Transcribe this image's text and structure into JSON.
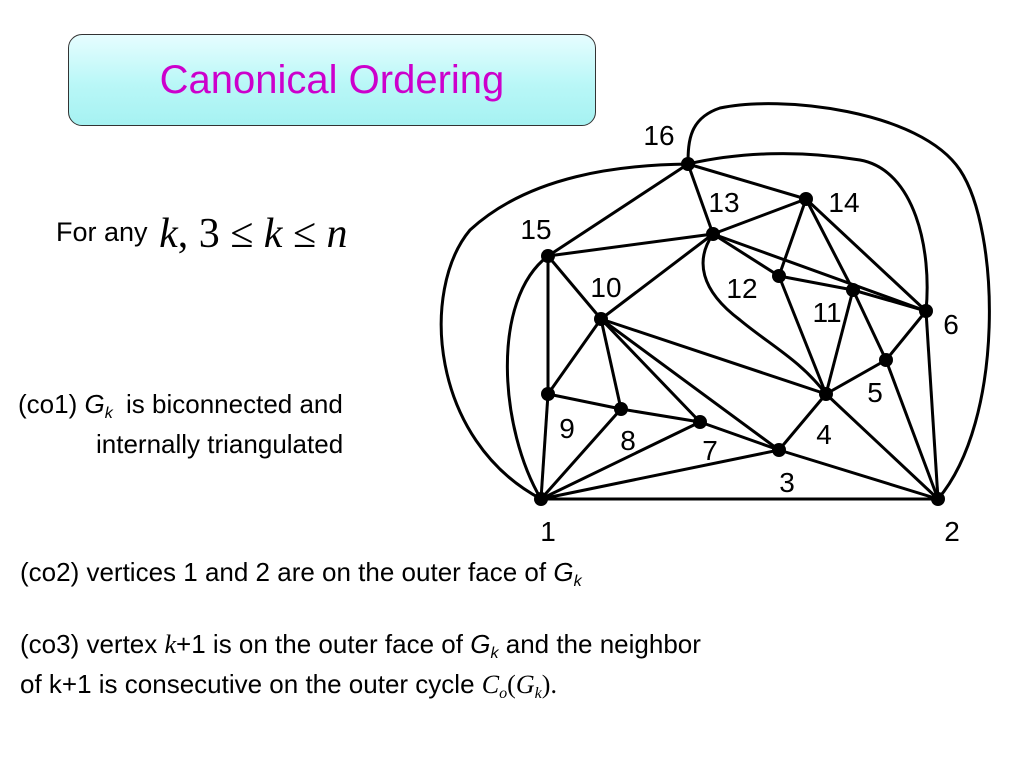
{
  "title": "Canonical Ordering",
  "for_any": {
    "label": "For any",
    "math_k": "k",
    "math_sep": ", 3 ≤ ",
    "math_k2": "k",
    "math_le": " ≤ ",
    "math_n": "n"
  },
  "co1": {
    "prefix": "(co1)",
    "g": "G",
    "g_sub": "k",
    "line1_rest": "is biconnected and",
    "line2": "internally triangulated"
  },
  "co2": {
    "text": "(co2)  vertices 1 and 2 are on the outer face of",
    "g": "G",
    "g_sub": "k"
  },
  "co3": {
    "prefix": "(co3) vertex",
    "k": "k",
    "plus1": "+1 is on the outer face of",
    "g": "G",
    "g_sub": "k",
    "rest": "and the neighbor",
    "line2": "of k+1 is consecutive on the outer cycle",
    "c": "C",
    "c_sub": "o",
    "open": "(",
    "g2": "G",
    "g2_sub": "k",
    "close": ").",
    "terminal": ""
  },
  "graph": {
    "vertices": [
      {
        "id": "1",
        "label": "1"
      },
      {
        "id": "2",
        "label": "2"
      },
      {
        "id": "3",
        "label": "3"
      },
      {
        "id": "4",
        "label": "4"
      },
      {
        "id": "5",
        "label": "5"
      },
      {
        "id": "6",
        "label": "6"
      },
      {
        "id": "7",
        "label": "7"
      },
      {
        "id": "8",
        "label": "8"
      },
      {
        "id": "9",
        "label": "9"
      },
      {
        "id": "10",
        "label": "10"
      },
      {
        "id": "11",
        "label": "11"
      },
      {
        "id": "12",
        "label": "12"
      },
      {
        "id": "13",
        "label": "13"
      },
      {
        "id": "14",
        "label": "14"
      },
      {
        "id": "15",
        "label": "15"
      },
      {
        "id": "16",
        "label": "16"
      }
    ],
    "edges": [
      [
        "1",
        "2"
      ],
      [
        "1",
        "3"
      ],
      [
        "1",
        "7"
      ],
      [
        "1",
        "8"
      ],
      [
        "1",
        "9"
      ],
      [
        "1",
        "15"
      ],
      [
        "1",
        "16"
      ],
      [
        "2",
        "3"
      ],
      [
        "2",
        "4"
      ],
      [
        "2",
        "5"
      ],
      [
        "2",
        "6"
      ],
      [
        "2",
        "16"
      ],
      [
        "3",
        "4"
      ],
      [
        "3",
        "7"
      ],
      [
        "3",
        "10"
      ],
      [
        "4",
        "5"
      ],
      [
        "4",
        "10"
      ],
      [
        "4",
        "11"
      ],
      [
        "4",
        "12"
      ],
      [
        "5",
        "6"
      ],
      [
        "5",
        "11"
      ],
      [
        "6",
        "11"
      ],
      [
        "6",
        "13"
      ],
      [
        "6",
        "14"
      ],
      [
        "6",
        "16"
      ],
      [
        "7",
        "8"
      ],
      [
        "7",
        "10"
      ],
      [
        "8",
        "9"
      ],
      [
        "8",
        "10"
      ],
      [
        "9",
        "10"
      ],
      [
        "9",
        "15"
      ],
      [
        "10",
        "13"
      ],
      [
        "10",
        "15"
      ],
      [
        "11",
        "12"
      ],
      [
        "11",
        "14"
      ],
      [
        "12",
        "13"
      ],
      [
        "12",
        "14"
      ],
      [
        "13",
        "14"
      ],
      [
        "13",
        "15"
      ],
      [
        "13",
        "16"
      ],
      [
        "13",
        "4"
      ],
      [
        "14",
        "16"
      ],
      [
        "15",
        "16"
      ]
    ]
  }
}
